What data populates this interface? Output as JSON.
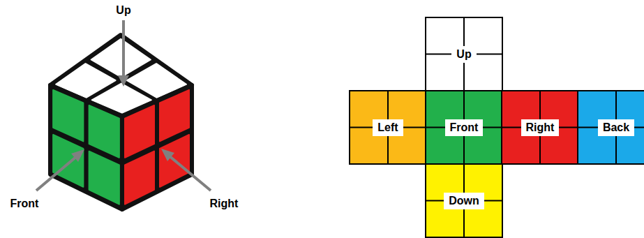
{
  "diagram": {
    "nodes": [
      {
        "text": [
          "Up"
        ]
      },
      {
        "text": [
          "Left"
        ]
      },
      {
        "text": [
          "Front"
        ]
      },
      {
        "text": [
          "Right"
        ]
      },
      {
        "text": [
          "Back"
        ]
      },
      {
        "text": [
          "Down"
        ]
      }
    ],
    "labels": [
      "Up",
      "Front",
      "Right"
    ]
  }
}
